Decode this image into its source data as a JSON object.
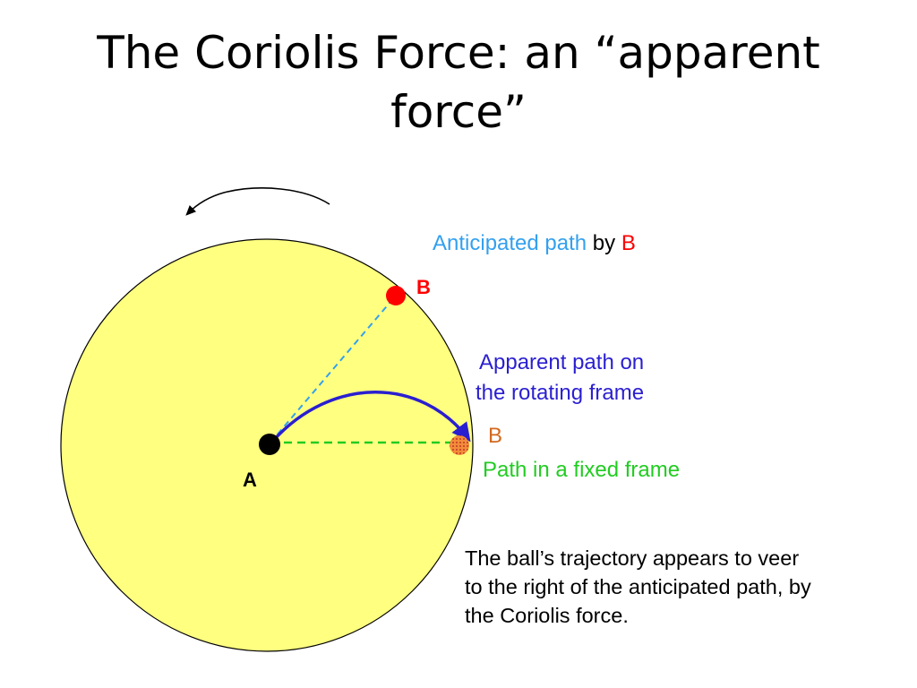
{
  "title": {
    "line1": "The Coriolis Force: an “apparent",
    "line2": "force”"
  },
  "labels": {
    "anticipated_path": "Anticipated path",
    "by": "by",
    "b_red": "B",
    "b_top": "B",
    "apparent_path_line1": "Apparent path on",
    "apparent_path_line2": "the rotating frame",
    "b_orange": "B",
    "fixed_path": "Path in a fixed frame",
    "a": "A"
  },
  "note": {
    "line1": "The ball’s trajectory appears to veer",
    "line2": "to the right of the anticipated path, by",
    "line3": "the Coriolis force."
  },
  "colors": {
    "disk_fill": "#ffff80",
    "anticipated": "#33a0ee",
    "b_red": "#ff0000",
    "apparent": "#2a1fd0",
    "b_orange": "#d2691e",
    "fixed": "#22cc22",
    "ball": "#000000"
  },
  "icons": {
    "rotation_arrow": "counterclockwise-arrow-icon"
  }
}
